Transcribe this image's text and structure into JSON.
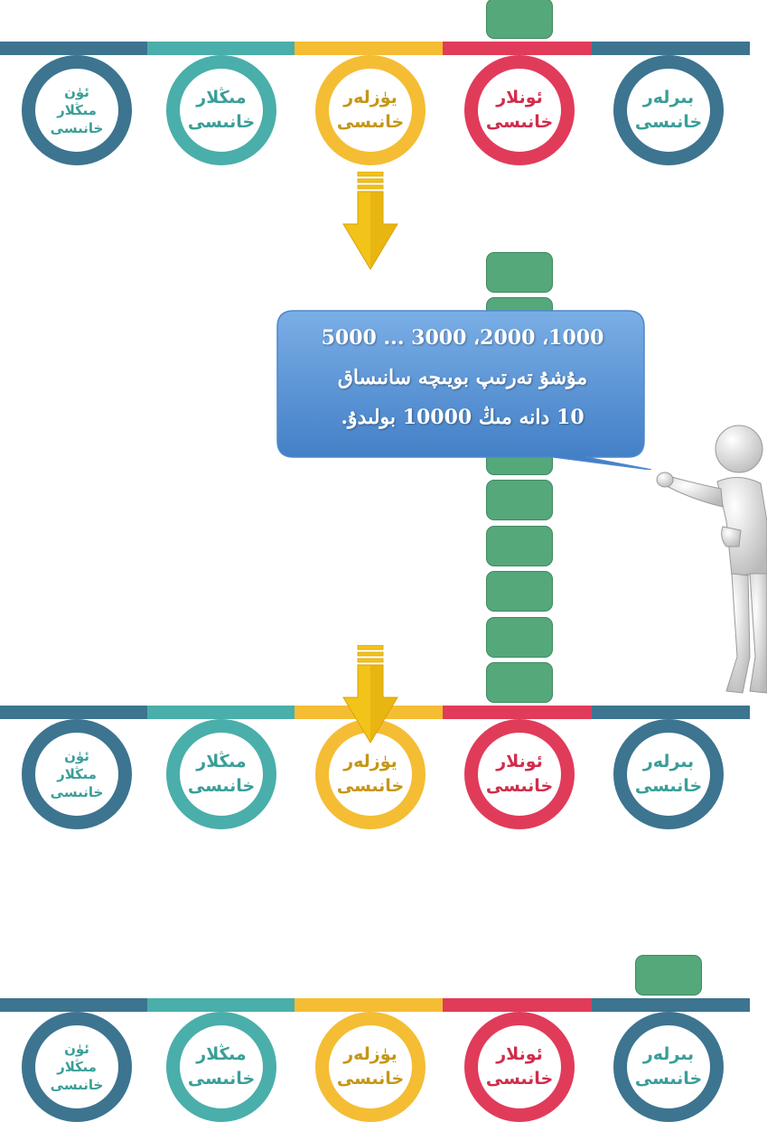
{
  "colors": {
    "teal_dark": "#3d7490",
    "teal": "#4aaeaa",
    "yellow": "#f4bd34",
    "red": "#e13b5a",
    "block_green": "#55a87a",
    "bubble_blue": "#5c93d6",
    "arrow_gold": "#f2c318"
  },
  "places": [
    {
      "label_lines": [
        "ئۈن",
        "مىڭلار",
        "خانىسى"
      ],
      "ring_color": "#3d7490",
      "text_colors": [
        "#3a9e98",
        "#3a9e98",
        "#3a9e98"
      ]
    },
    {
      "label_lines": [
        "مىڭلار",
        "خانىسى"
      ],
      "ring_color": "#4aaeaa",
      "text_colors": [
        "#3a9e98",
        "#3a9e98"
      ]
    },
    {
      "label_lines": [
        "يۈزلەر",
        "خانىسى"
      ],
      "ring_color": "#f4bd34",
      "text_colors": [
        "#c59617",
        "#c59617"
      ]
    },
    {
      "label_lines": [
        "ئونلار",
        "خانىسى"
      ],
      "ring_color": "#e13b5a",
      "text_colors": [
        "#d02d4c",
        "#d02d4c"
      ]
    },
    {
      "label_lines": [
        "بىرلەر",
        "خانىسى"
      ],
      "ring_color": "#3d7490",
      "text_colors": [
        "#3a9e98",
        "#3a9e98"
      ]
    }
  ],
  "rows": [
    {
      "blocks_in_place": 2,
      "block_count": 1
    },
    {
      "blocks_in_place": 2,
      "block_count": 10
    },
    {
      "blocks_in_place": 1,
      "block_count": 1
    }
  ],
  "speech_bubble": {
    "lines": [
      "1000، 2000، 3000 ... 5000",
      "مۇشۇ تەرتىپ بويىچە سانىساق",
      "10 دانە مىڭ 10000 بولىدۇ."
    ]
  },
  "figure": {
    "icon": "pointing-person-icon"
  },
  "arrows": {
    "icon": "arrow-down-icon",
    "count": 2
  }
}
